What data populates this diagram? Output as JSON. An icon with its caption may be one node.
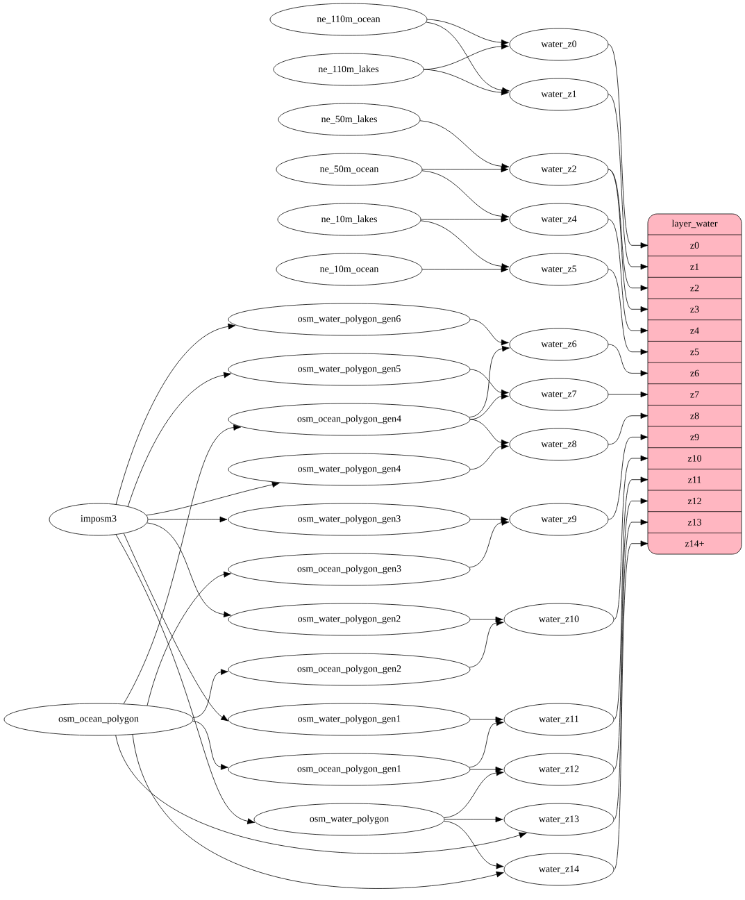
{
  "diagram": {
    "nodes": [
      {
        "text": [
          "ne_110m_ocean"
        ]
      },
      {
        "text": [
          "ne_110m_lakes"
        ]
      },
      {
        "text": [
          "ne_50m_lakes"
        ]
      },
      {
        "text": [
          "ne_50m_ocean"
        ]
      },
      {
        "text": [
          "ne_10m_lakes"
        ]
      },
      {
        "text": [
          "ne_10m_ocean"
        ]
      },
      {
        "text": [
          "osm_water_polygon_gen6"
        ]
      },
      {
        "text": [
          "osm_water_polygon_gen5"
        ]
      },
      {
        "text": [
          "osm_ocean_polygon_gen4"
        ]
      },
      {
        "text": [
          "osm_water_polygon_gen4"
        ]
      },
      {
        "text": [
          "osm_water_polygon_gen3"
        ]
      },
      {
        "text": [
          "osm_ocean_polygon_gen3"
        ]
      },
      {
        "text": [
          "osm_water_polygon_gen2"
        ]
      },
      {
        "text": [
          "osm_ocean_polygon_gen2"
        ]
      },
      {
        "text": [
          "osm_water_polygon_gen1"
        ]
      },
      {
        "text": [
          "osm_ocean_polygon_gen1"
        ]
      },
      {
        "text": [
          "osm_water_polygon"
        ]
      },
      {
        "text": [
          "imposm3"
        ]
      },
      {
        "text": [
          "osm_ocean_polygon"
        ]
      },
      {
        "text": [
          "water_z0"
        ]
      },
      {
        "text": [
          "water_z1"
        ]
      },
      {
        "text": [
          "water_z2"
        ]
      },
      {
        "text": [
          "water_z4"
        ]
      },
      {
        "text": [
          "water_z5"
        ]
      },
      {
        "text": [
          "water_z6"
        ]
      },
      {
        "text": [
          "water_z7"
        ]
      },
      {
        "text": [
          "water_z8"
        ]
      },
      {
        "text": [
          "water_z9"
        ]
      },
      {
        "text": [
          "water_z10"
        ]
      },
      {
        "text": [
          "water_z11"
        ]
      },
      {
        "text": [
          "water_z12"
        ]
      },
      {
        "text": [
          "water_z13"
        ]
      },
      {
        "text": [
          "water_z14"
        ]
      },
      {
        "text": [
          "layer_water"
        ]
      },
      {
        "text": [
          "z0"
        ],
        "in": 33
      },
      {
        "text": [
          "z1"
        ],
        "in": 33
      },
      {
        "text": [
          "z2"
        ],
        "in": 33
      },
      {
        "text": [
          "z3"
        ],
        "in": 33
      },
      {
        "text": [
          "z4"
        ],
        "in": 33
      },
      {
        "text": [
          "z5"
        ],
        "in": 33
      },
      {
        "text": [
          "z6"
        ],
        "in": 33
      },
      {
        "text": [
          "z7"
        ],
        "in": 33
      },
      {
        "text": [
          "z8"
        ],
        "in": 33
      },
      {
        "text": [
          "z9"
        ],
        "in": 33
      },
      {
        "text": [
          "z10"
        ],
        "in": 33
      },
      {
        "text": [
          "z11"
        ],
        "in": 33
      },
      {
        "text": [
          "z12"
        ],
        "in": 33
      },
      {
        "text": [
          "z13"
        ],
        "in": 33
      },
      {
        "text": [
          "z14+"
        ],
        "in": 33
      }
    ],
    "edges": [
      {
        "from": 0,
        "to": 19,
        "arrow": "to"
      },
      {
        "from": 0,
        "to": 20,
        "arrow": "to"
      },
      {
        "from": 1,
        "to": 19,
        "arrow": "to"
      },
      {
        "from": 1,
        "to": 20,
        "arrow": "to"
      },
      {
        "from": 2,
        "to": 21,
        "arrow": "to"
      },
      {
        "from": 3,
        "to": 21,
        "arrow": "to"
      },
      {
        "from": 3,
        "to": 22,
        "arrow": "to"
      },
      {
        "from": 4,
        "to": 22,
        "arrow": "to"
      },
      {
        "from": 4,
        "to": 23,
        "arrow": "to"
      },
      {
        "from": 5,
        "to": 23,
        "arrow": "to"
      },
      {
        "from": 6,
        "to": 24,
        "arrow": "to"
      },
      {
        "from": 7,
        "to": 25,
        "arrow": "to"
      },
      {
        "from": 8,
        "to": 24,
        "arrow": "to"
      },
      {
        "from": 8,
        "to": 25,
        "arrow": "to"
      },
      {
        "from": 8,
        "to": 26,
        "arrow": "to"
      },
      {
        "from": 9,
        "to": 26,
        "arrow": "to"
      },
      {
        "from": 10,
        "to": 27,
        "arrow": "to"
      },
      {
        "from": 11,
        "to": 27,
        "arrow": "to"
      },
      {
        "from": 12,
        "to": 28,
        "arrow": "to"
      },
      {
        "from": 13,
        "to": 28,
        "arrow": "to"
      },
      {
        "from": 14,
        "to": 29,
        "arrow": "to"
      },
      {
        "from": 15,
        "to": 29,
        "arrow": "to"
      },
      {
        "from": 15,
        "to": 30,
        "arrow": "to"
      },
      {
        "from": 16,
        "to": 30,
        "arrow": "to"
      },
      {
        "from": 16,
        "to": 31,
        "arrow": "to"
      },
      {
        "from": 16,
        "to": 32,
        "arrow": "to"
      },
      {
        "from": 17,
        "to": 6,
        "arrow": "to"
      },
      {
        "from": 17,
        "to": 7,
        "arrow": "to"
      },
      {
        "from": 17,
        "to": 9,
        "arrow": "to"
      },
      {
        "from": 17,
        "to": 10,
        "arrow": "to"
      },
      {
        "from": 17,
        "to": 12,
        "arrow": "to"
      },
      {
        "from": 17,
        "to": 14,
        "arrow": "to"
      },
      {
        "from": 17,
        "to": 16,
        "arrow": "to"
      },
      {
        "from": 18,
        "to": 8,
        "arrow": "to"
      },
      {
        "from": 18,
        "to": 11,
        "arrow": "to"
      },
      {
        "from": 18,
        "to": 13,
        "arrow": "to"
      },
      {
        "from": 18,
        "to": 15,
        "arrow": "to"
      },
      {
        "from": 18,
        "to": 31,
        "arrow": "to"
      },
      {
        "from": 18,
        "to": 32,
        "arrow": "to"
      },
      {
        "from": 19,
        "to": 34,
        "arrow": "to"
      },
      {
        "from": 20,
        "to": 35,
        "arrow": "to"
      },
      {
        "from": 21,
        "to": 36,
        "arrow": "to"
      },
      {
        "from": 21,
        "to": 37,
        "arrow": "to"
      },
      {
        "from": 22,
        "to": 38,
        "arrow": "to"
      },
      {
        "from": 23,
        "to": 39,
        "arrow": "to"
      },
      {
        "from": 24,
        "to": 40,
        "arrow": "to"
      },
      {
        "from": 25,
        "to": 41,
        "arrow": "to"
      },
      {
        "from": 26,
        "to": 42,
        "arrow": "to"
      },
      {
        "from": 27,
        "to": 43,
        "arrow": "to"
      },
      {
        "from": 28,
        "to": 44,
        "arrow": "to"
      },
      {
        "from": 29,
        "to": 45,
        "arrow": "to"
      },
      {
        "from": 30,
        "to": 46,
        "arrow": "to"
      },
      {
        "from": 31,
        "to": 47,
        "arrow": "to"
      },
      {
        "from": 32,
        "to": 48,
        "arrow": "to"
      }
    ]
  }
}
